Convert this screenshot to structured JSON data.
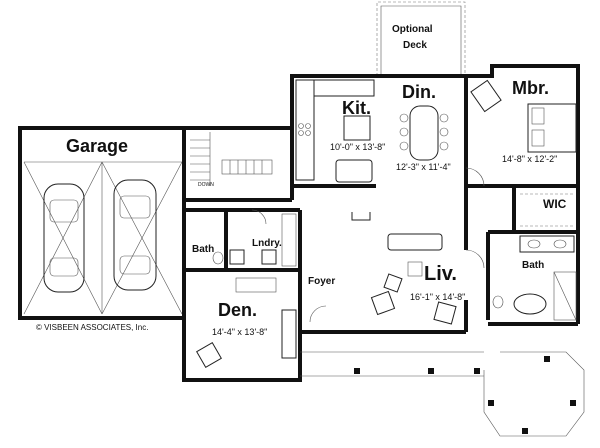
{
  "rooms": {
    "optional_deck": {
      "line1": "Optional",
      "line2": "Deck"
    },
    "kitchen": {
      "name": "Kit.",
      "dims": "10'-0\" x 13'-8\""
    },
    "dining": {
      "name": "Din.",
      "dims": "12'-3\" x 11'-4\""
    },
    "master_bedroom": {
      "name": "Mbr.",
      "dims": "14'-8\" x 12'-2\""
    },
    "garage": {
      "name": "Garage"
    },
    "wic": {
      "name": "WIC"
    },
    "bath_left": {
      "name": "Bath"
    },
    "laundry": {
      "name": "Lndry."
    },
    "foyer": {
      "name": "Foyer"
    },
    "living": {
      "name": "Liv.",
      "dims": "16'-1\" x 14'-8\""
    },
    "bath_right": {
      "name": "Bath"
    },
    "den": {
      "name": "Den.",
      "dims": "14'-4\" x 13'-8\""
    }
  },
  "stair_label": "DOWN",
  "copyright": "© VISBEEN ASSOCIATES, Inc.",
  "colors": {
    "wall": "#111111",
    "background": "#ffffff"
  }
}
